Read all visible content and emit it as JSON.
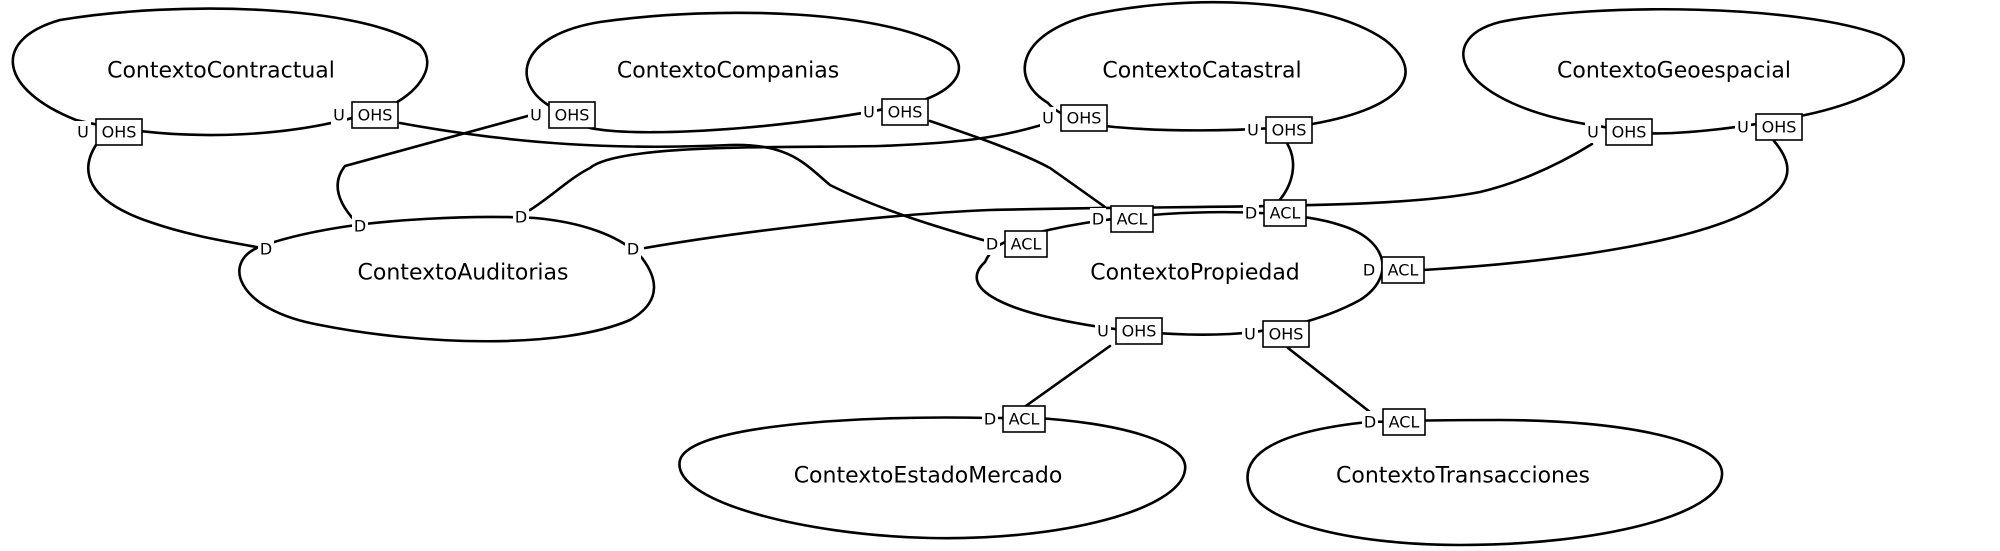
{
  "contexts": {
    "contractual": "ContextoContractual",
    "companias": "ContextoCompanias",
    "catastral": "ContextoCatastral",
    "geoespacial": "ContextoGeoespacial",
    "auditorias": "ContextoAuditorias",
    "propiedad": "ContextoPropiedad",
    "estado_mercado": "ContextoEstadoMercado",
    "transacciones": "ContextoTransacciones"
  },
  "relationships": [
    {
      "upstream": "ContextoContractual",
      "upstream_role": "U",
      "upstream_pattern": "OHS",
      "downstream": "ContextoAuditorias",
      "downstream_role": "D",
      "downstream_pattern": ""
    },
    {
      "upstream": "ContextoContractual",
      "upstream_role": "U",
      "upstream_pattern": "OHS",
      "downstream": "ContextoPropiedad",
      "downstream_role": "D",
      "downstream_pattern": "ACL"
    },
    {
      "upstream": "ContextoCompanias",
      "upstream_role": "U",
      "upstream_pattern": "OHS",
      "downstream": "ContextoAuditorias",
      "downstream_role": "D",
      "downstream_pattern": ""
    },
    {
      "upstream": "ContextoCompanias",
      "upstream_role": "U",
      "upstream_pattern": "OHS",
      "downstream": "ContextoPropiedad",
      "downstream_role": "D",
      "downstream_pattern": "ACL"
    },
    {
      "upstream": "ContextoCatastral",
      "upstream_role": "U",
      "upstream_pattern": "OHS",
      "downstream": "ContextoAuditorias",
      "downstream_role": "D",
      "downstream_pattern": ""
    },
    {
      "upstream": "ContextoCatastral",
      "upstream_role": "U",
      "upstream_pattern": "OHS",
      "downstream": "ContextoPropiedad",
      "downstream_role": "D",
      "downstream_pattern": "ACL"
    },
    {
      "upstream": "ContextoGeoespacial",
      "upstream_role": "U",
      "upstream_pattern": "OHS",
      "downstream": "ContextoAuditorias",
      "downstream_role": "D",
      "downstream_pattern": ""
    },
    {
      "upstream": "ContextoGeoespacial",
      "upstream_role": "U",
      "upstream_pattern": "OHS",
      "downstream": "ContextoPropiedad",
      "downstream_role": "D",
      "downstream_pattern": "ACL"
    },
    {
      "upstream": "ContextoPropiedad",
      "upstream_role": "U",
      "upstream_pattern": "OHS",
      "downstream": "ContextoEstadoMercado",
      "downstream_role": "D",
      "downstream_pattern": "ACL"
    },
    {
      "upstream": "ContextoPropiedad",
      "upstream_role": "U",
      "upstream_pattern": "OHS",
      "downstream": "ContextoTransacciones",
      "downstream_role": "D",
      "downstream_pattern": "ACL"
    }
  ],
  "markers": {
    "upstream_role": "U",
    "downstream_role": "D",
    "upstream_pattern": "OHS",
    "downstream_pattern": "ACL"
  }
}
